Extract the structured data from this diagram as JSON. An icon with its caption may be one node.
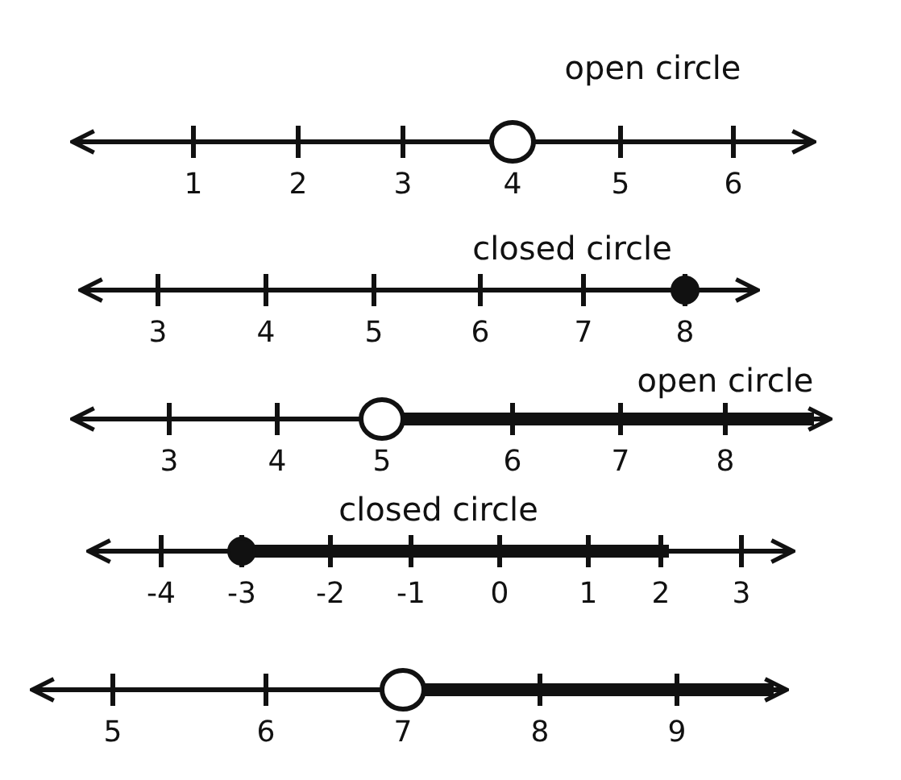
{
  "diagram": {
    "labels": [
      "open circle",
      "1",
      "2",
      "3",
      "4",
      "5",
      "6",
      "closed circle",
      "3",
      "4",
      "5",
      "6",
      "7",
      "8",
      "open circle",
      "3",
      "4",
      "5",
      "6",
      "7",
      "8",
      "closed circle",
      "-4",
      "-3",
      "-2",
      "-1",
      "0",
      "1",
      "2",
      "3",
      "5",
      "6",
      "7",
      "8",
      "9"
    ]
  }
}
